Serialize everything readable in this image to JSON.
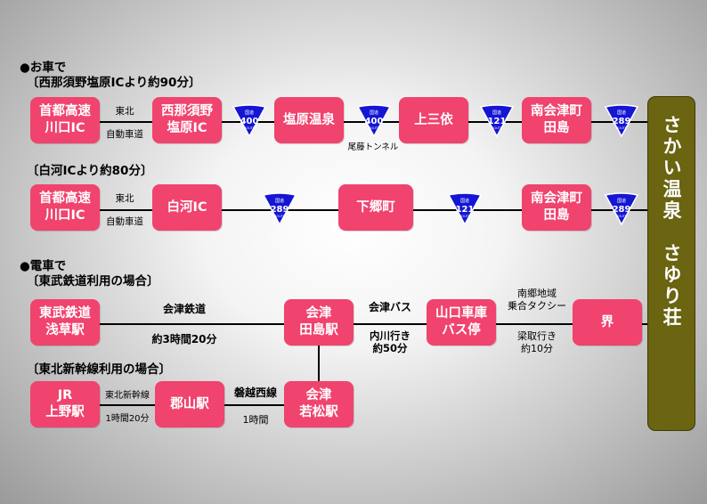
{
  "car": {
    "header": "●お車で",
    "route1": {
      "header": "〔西那須野塩原ICより約90分〕",
      "boxes": [
        "首都高速\n川口IC",
        "西那須野\n塩原IC",
        "塩原温泉",
        "上三依",
        "南会津町\n田島"
      ],
      "road_top": "東北",
      "road_bottom": "自動車道",
      "tunnel": "尾藤トンネル",
      "shields": [
        "400",
        "400",
        "121",
        "289"
      ]
    },
    "route2": {
      "header": "〔白河ICより約80分〕",
      "boxes": [
        "首都高速\n川口IC",
        "白河IC",
        "下郷町",
        "南会津町\n田島"
      ],
      "road_top": "東北",
      "road_bottom": "自動車道",
      "shields": [
        "289",
        "121",
        "289"
      ]
    },
    "shield_top": "国道",
    "shield_bottom": "ROUTE"
  },
  "train": {
    "header": "●電車で",
    "tobu": {
      "header": "〔東武鉄道利用の場合〕",
      "boxes": [
        "東武鉄道\n浅草駅",
        "会津\n田島駅",
        "山口車庫\nバス停",
        "界"
      ],
      "rail_top": "会津鉄道",
      "rail_bottom": "約3時間20分",
      "bus_top": "会津バス",
      "bus_bottom": "内川行き\n約50分",
      "last_top": "南郷地域\n乗合タクシー",
      "last_bottom": "梁取行き\n約10分"
    },
    "shinkansen": {
      "header": "〔東北新幹線利用の場合〕",
      "boxes": [
        "JR\n上野駅",
        "郡山駅",
        "会津\n若松駅"
      ],
      "leg1_top": "東北新幹線",
      "leg1_bottom": "1時間20分",
      "leg2_top": "磐越西線",
      "leg2_bottom": "1時間"
    }
  },
  "destination": "さかい温泉　さゆり荘",
  "colors": {
    "box": "#f0436e",
    "shield": "#1515d4",
    "destination": "#6b6410",
    "text_on_box": "#ffffff"
  },
  "icons": {
    "route_shield": "national-route-shield-icon"
  }
}
